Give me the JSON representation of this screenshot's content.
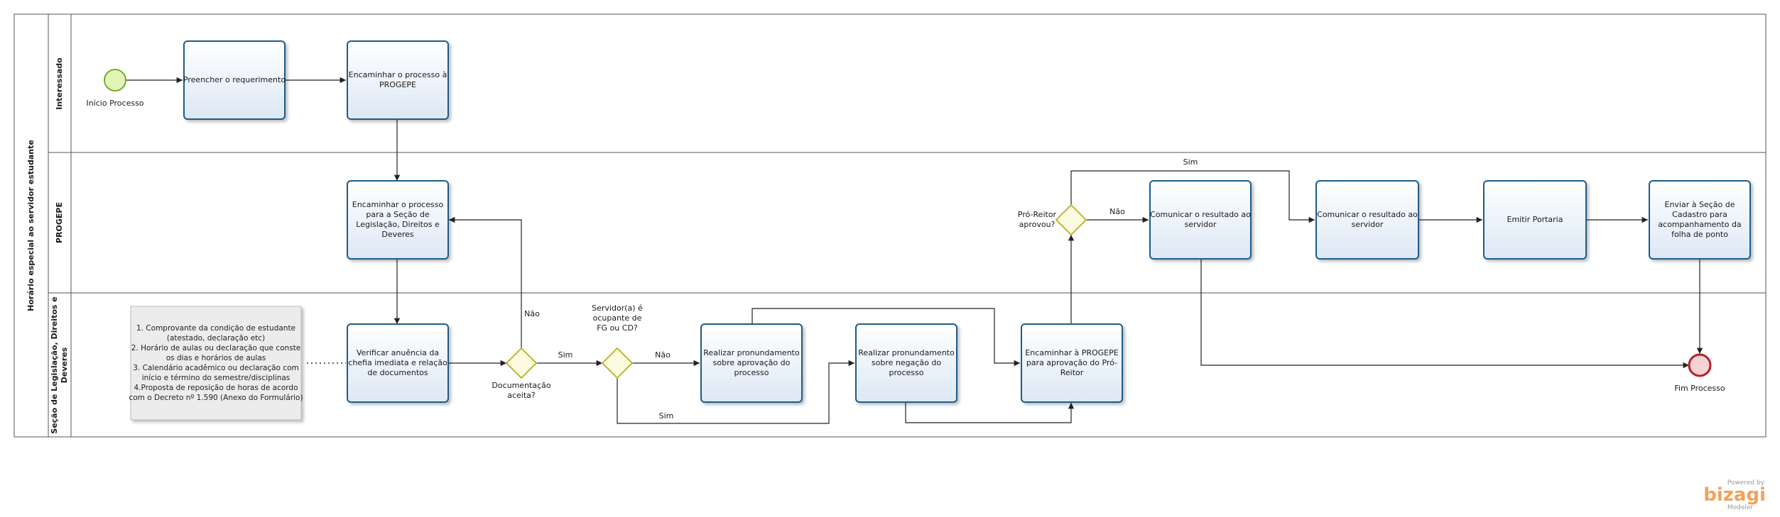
{
  "pool": {
    "title": "Horário especial ao servidor estudante"
  },
  "lanes": [
    {
      "id": "interessado",
      "label": "Interessado"
    },
    {
      "id": "progepe",
      "label": "PROGEPE"
    },
    {
      "id": "secao",
      "label": "Seção de Legislação, Direitos e Deveres"
    }
  ],
  "events": {
    "start": "Início Processo",
    "end": "Fim Processo"
  },
  "tasks": {
    "t1": [
      "Preencher o requerimento"
    ],
    "t2": [
      "Encaminhar o processo à",
      "PROGEPE"
    ],
    "t3": [
      "Encaminhar o processo",
      "para a Seção de",
      "Legislação, Direitos e",
      "Deveres"
    ],
    "t4": [
      "Verificar anuência da",
      "chefia imediata e relação",
      "de documentos"
    ],
    "t5": [
      "Realizar pronundamento",
      "sobre aprovação do",
      "processo"
    ],
    "t6": [
      "Realizar pronundamento",
      "sobre negação do",
      "processo"
    ],
    "t7": [
      "Encaminhar à PROGEPE",
      "para aprovação do Pró-",
      "Reitor"
    ],
    "t8": [
      "Comunicar o resultado ao",
      "servidor"
    ],
    "t9": [
      "Comunicar o resultado ao",
      "servidor"
    ],
    "t10": [
      "Emitir Portaria"
    ],
    "t11": [
      "Enviar à Seção de",
      "Cadastro para",
      "acompanhamento da",
      "folha de ponto"
    ]
  },
  "gateways": {
    "g1": [
      "Documentação",
      "aceita?"
    ],
    "g2": [
      "Servidor(a) é",
      "ocupante de",
      "FG ou CD?"
    ],
    "g3": [
      "Pró-Reitor",
      "aprovou?"
    ]
  },
  "flow_labels": {
    "g1_no": "Não",
    "g1_yes": "Sim",
    "g2_no": "Não",
    "g2_yes": "Sim",
    "g3_no": "Não",
    "g3_yes": "Sim"
  },
  "annotation": [
    "1. Comprovante da condição de estudante",
    "(atestado, declaração etc)",
    "2. Horário de aulas ou declaração que conste",
    "os dias e horários de aulas",
    "3. Calendário acadêmico ou declaração com",
    "início e término do semestre/disciplinas",
    "4.Proposta de reposição de horas de acordo",
    "com o Decreto nº 1.590 (Anexo do Formulário)"
  ],
  "watermark": {
    "powered": "Powered by",
    "brand": "bizagi",
    "product": "Modeler"
  },
  "colors": {
    "task_border": "#1d5c8c",
    "task_fill_top": "#ffffff",
    "task_fill_bottom": "#dce8f5",
    "gateway_border": "#b8b020",
    "gateway_fill": "#fbfbe0",
    "start_border": "#6aa21e",
    "start_fill": "#e2f5b4",
    "end_border": "#b3202a",
    "end_fill": "#f7d2d2",
    "brand": "#f2a25d"
  }
}
